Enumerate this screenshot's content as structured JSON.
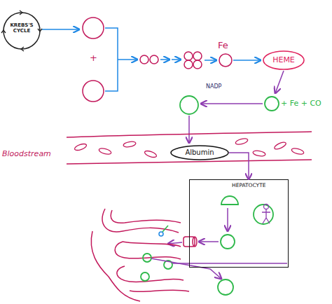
{
  "diagram": {
    "nodes": [
      {
        "text": [
          "KREBS'S CYCLE"
        ]
      },
      {
        "text": [
          "HEME"
        ]
      },
      {
        "text": [
          "Bloodstream"
        ]
      },
      {
        "text": [
          "Albumin"
        ],
        "in": 2
      },
      {
        "text": [
          "HEPATOCYTE"
        ]
      }
    ],
    "edges": [
      {
        "from": 3,
        "to": 4,
        "arrow": "to"
      }
    ],
    "labels": [
      "+",
      "Fe",
      "NADP",
      "+ Fe + CO"
    ]
  }
}
